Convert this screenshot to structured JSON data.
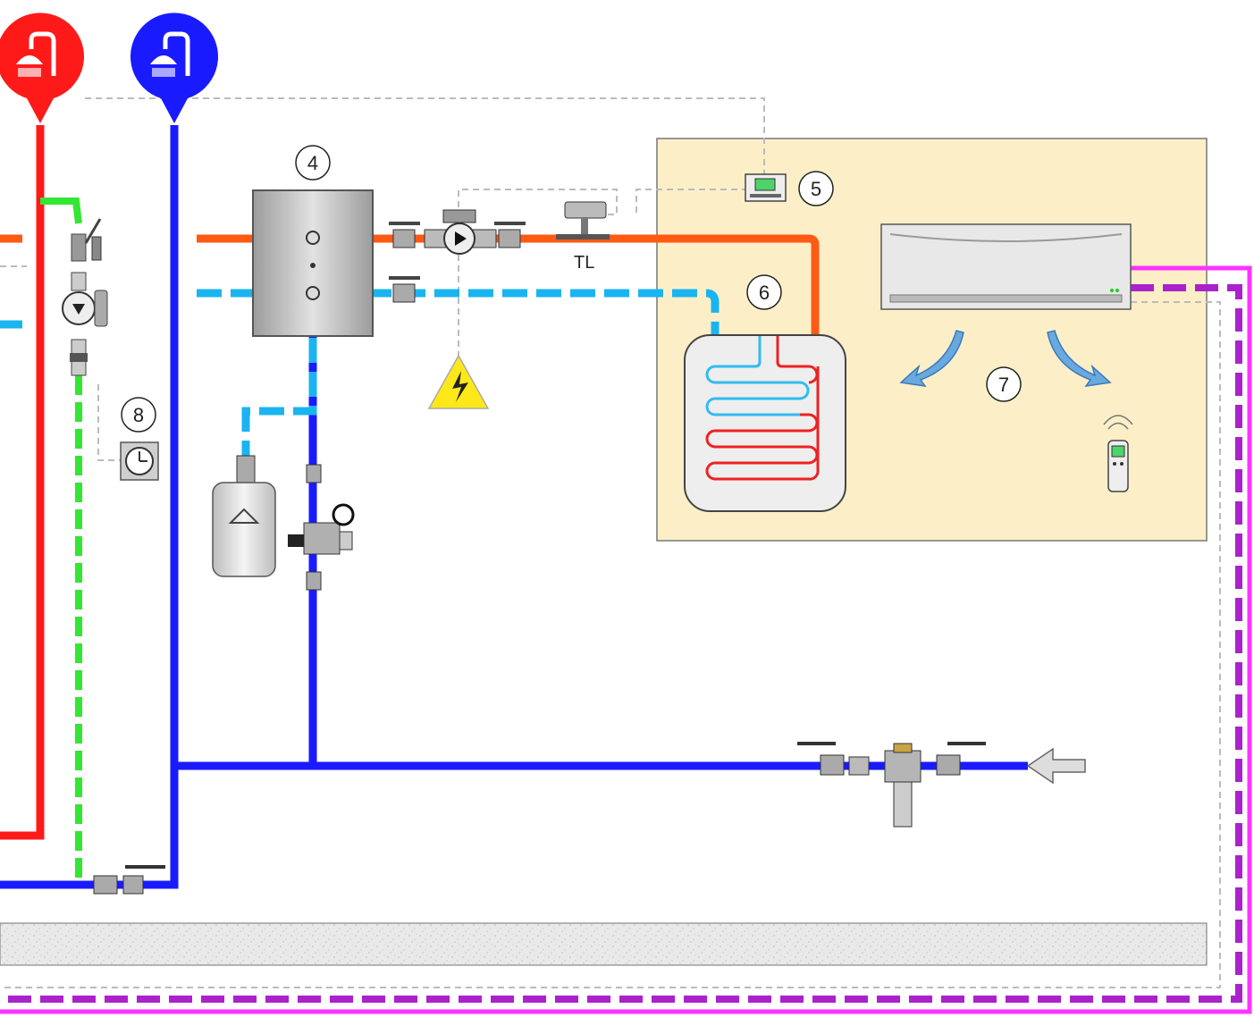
{
  "diagram": {
    "callouts": [
      {
        "id": "c4",
        "label": "4"
      },
      {
        "id": "c5",
        "label": "5"
      },
      {
        "id": "c6",
        "label": "6"
      },
      {
        "id": "c7",
        "label": "7"
      },
      {
        "id": "c8",
        "label": "8"
      }
    ],
    "labels": {
      "thermostat_limit": "TL"
    },
    "colors": {
      "hot_water": "#ff1a1a",
      "cold_water": "#1a1aff",
      "flow": "#ff5a14",
      "return": "#1ab4f0",
      "recirculation": "#33e633",
      "refrigerant": "#aa22cc",
      "room": "#fcefc8",
      "floor": "#e6e6e6"
    },
    "icons": [
      "hot-shower-icon",
      "cold-shower-icon",
      "storage-tank-icon",
      "circulation-pump-icon",
      "room-thermostat-icon",
      "limit-thermostat-icon",
      "electric-hazard-icon",
      "underfloor-heating-icon",
      "split-ac-unit-icon",
      "remote-control-icon",
      "expansion-vessel-icon",
      "safety-group-icon",
      "timer-clock-icon",
      "pressure-reducer-icon",
      "inlet-arrow-icon"
    ]
  }
}
